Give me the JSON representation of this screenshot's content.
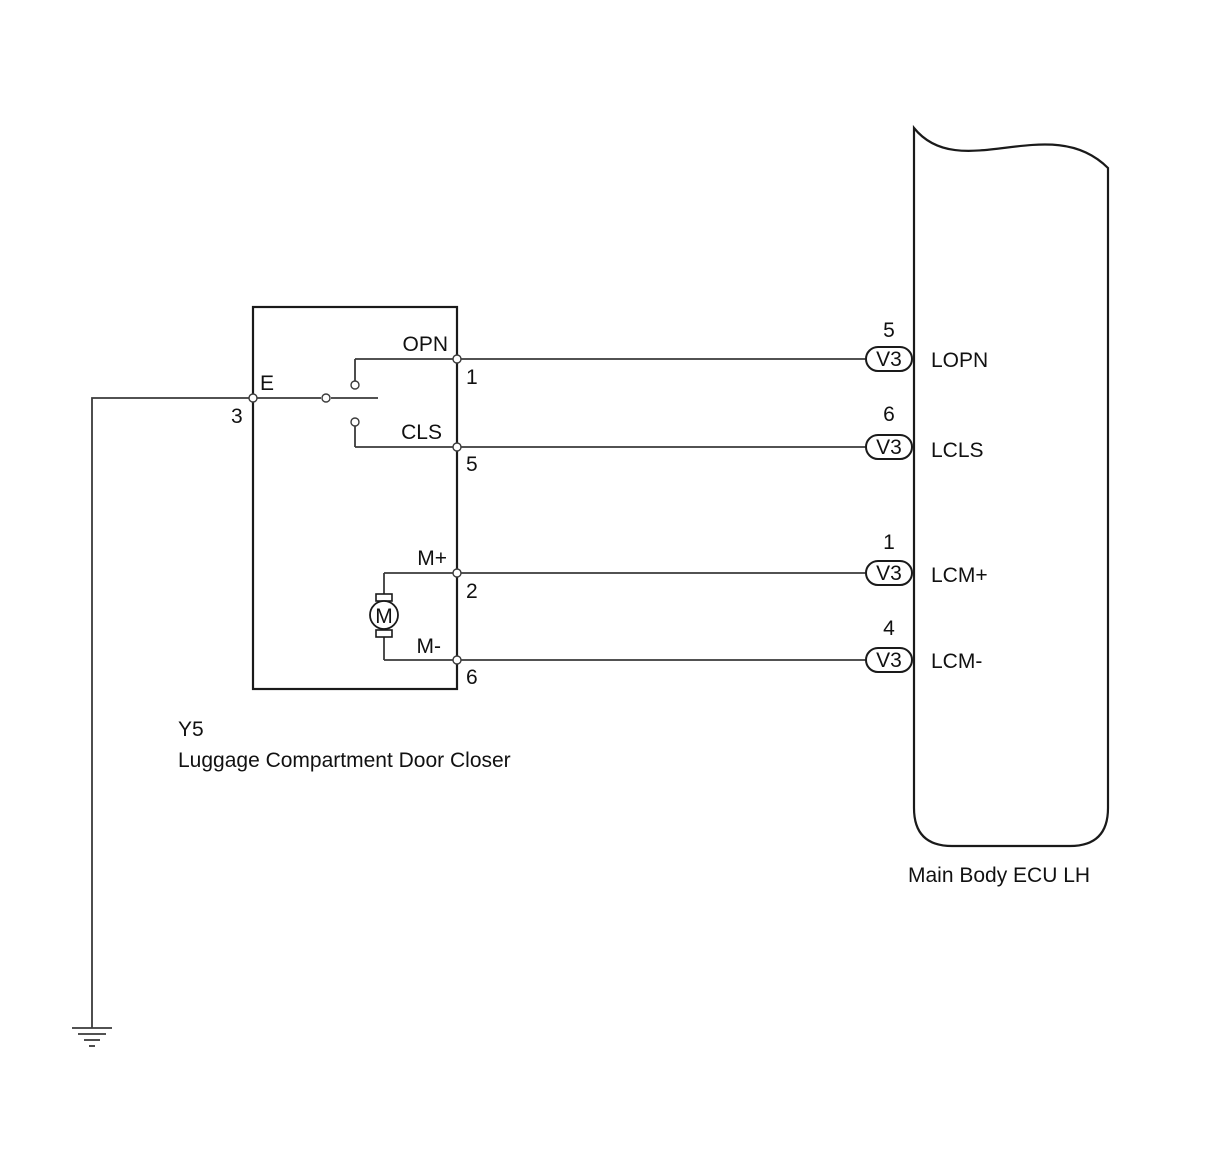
{
  "component": {
    "code": "Y5",
    "name": "Luggage Compartment Door Closer",
    "ground_pin": {
      "label": "E",
      "number": "3"
    },
    "motor_label": "M",
    "pins": [
      {
        "id": "opn",
        "label": "OPN",
        "number": "1"
      },
      {
        "id": "cls",
        "label": "CLS",
        "number": "5"
      },
      {
        "id": "mplus",
        "label": "M+",
        "number": "2"
      },
      {
        "id": "minus",
        "label": "M-",
        "number": "6"
      }
    ]
  },
  "ecu": {
    "name": "Main Body ECU LH",
    "pins": [
      {
        "id": "lopn",
        "connector": "V3",
        "number": "5",
        "label": "LOPN"
      },
      {
        "id": "lcls",
        "connector": "V3",
        "number": "6",
        "label": "LCLS"
      },
      {
        "id": "lcmplus",
        "connector": "V3",
        "number": "1",
        "label": "LCM+"
      },
      {
        "id": "lcmminus",
        "connector": "V3",
        "number": "4",
        "label": "LCM-"
      }
    ]
  }
}
